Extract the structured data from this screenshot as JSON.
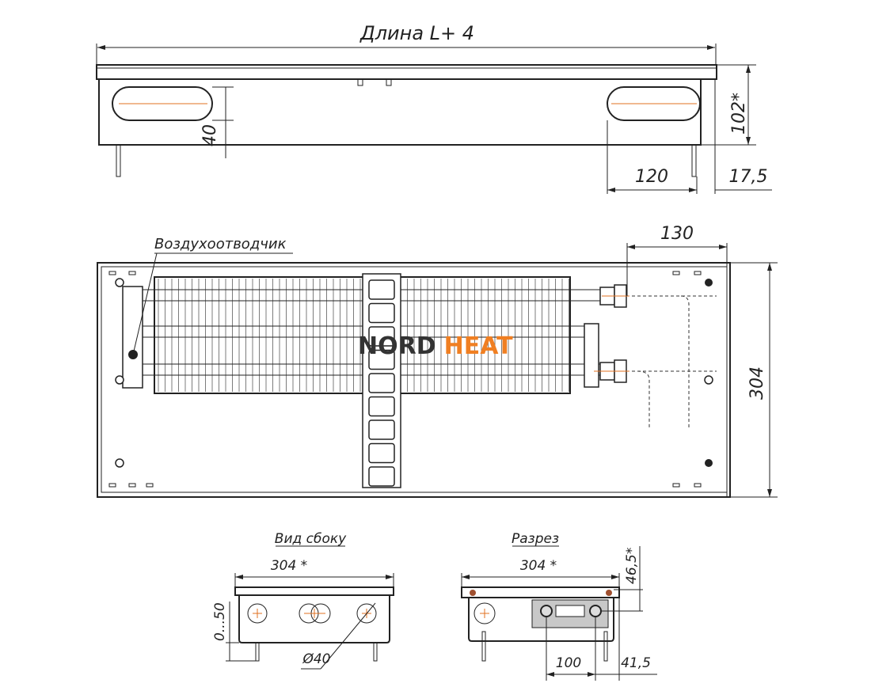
{
  "top_view": {
    "length_label": "Длина L+ 4",
    "height_label": "102*",
    "slot_label": "40",
    "slot_offset_label": "120",
    "edge_label": "17,5"
  },
  "plan_view": {
    "air_vent_label": "Воздухоотводчик",
    "depth_label": "304",
    "pipe_offset_label": "130",
    "logo": {
      "part1": "NORD",
      "part2": "HEAT",
      "color1": "#333333",
      "color2": "#f07f22"
    }
  },
  "side_view": {
    "title": "Вид сбоку",
    "width_label": "304 *",
    "height_range_label": "0...50",
    "hole_label": "Ø40"
  },
  "section_view": {
    "title": "Разрез",
    "width_label": "304 *",
    "height_label": "46,5*",
    "connection_spacing_label": "100",
    "edge_label": "41,5"
  }
}
